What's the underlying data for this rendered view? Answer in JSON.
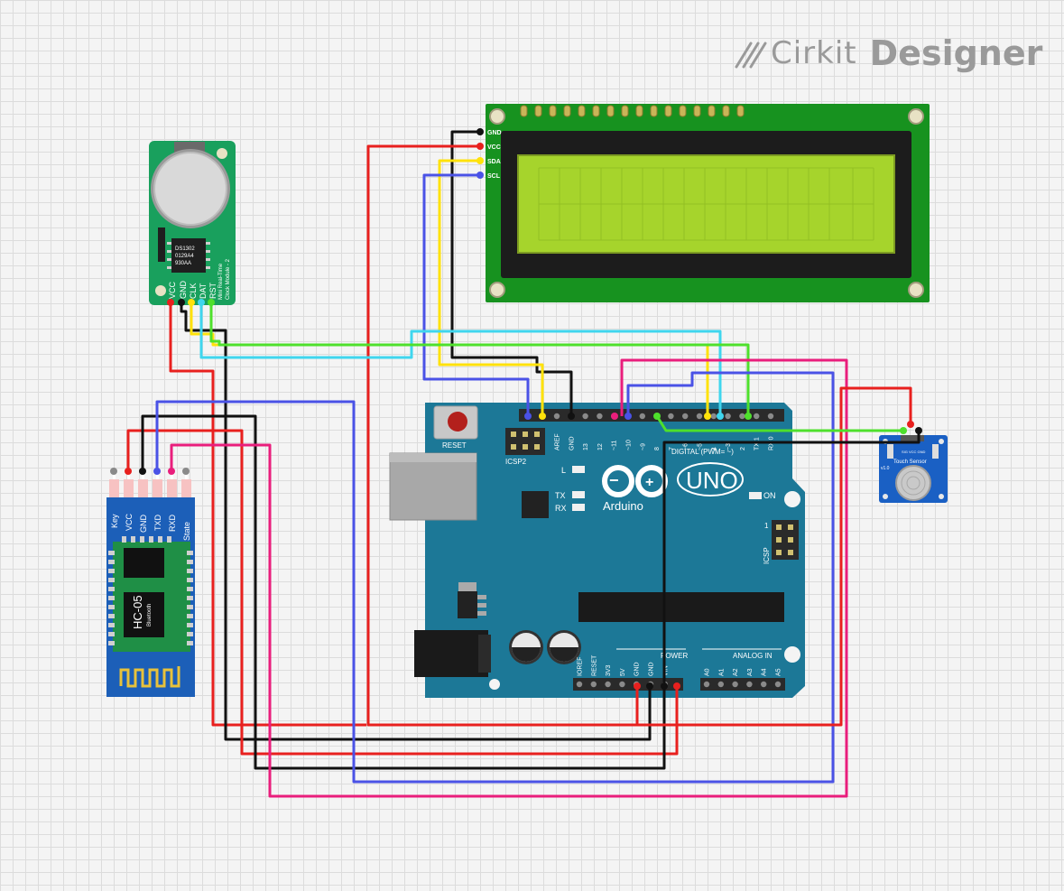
{
  "app": {
    "brand": "Cirkit",
    "product": "Designer"
  },
  "lcd": {
    "pins": [
      "GND",
      "VCC",
      "SDA",
      "SCL"
    ]
  },
  "rtc": {
    "chip_lines": [
      "DS1302",
      "0129A4",
      "930AA"
    ],
    "caption_lines": [
      "Mini Real-Time",
      "Clock Module - 2"
    ],
    "pins": [
      "VCC",
      "GND",
      "CLK",
      "DAT",
      "RST"
    ]
  },
  "hc05": {
    "pins": [
      "Key",
      "VCC",
      "GND",
      "TXD",
      "RXD",
      "State"
    ],
    "model": "HC-05",
    "subtitle": "Bluetooth"
  },
  "arduino": {
    "logo_text": "Arduino",
    "model": "UNO",
    "reset_label": "RESET",
    "icsp2_label": "ICSP2",
    "icsp_label": "ICSP",
    "icsp_pin1": "1",
    "led_l": "L",
    "led_tx": "TX",
    "led_rx": "RX",
    "led_on": "ON",
    "digital_label": "DIGITAL (PWM= ~)",
    "power_label": "POWER",
    "analog_label": "ANALOG IN",
    "digital_pins": [
      "AREF",
      "GND",
      "13",
      "12",
      "~11",
      "~10",
      "~9",
      "8",
      "7",
      "~6",
      "~5",
      "4",
      "~3",
      "2",
      "TX 1",
      "RX 0"
    ],
    "power_pins": [
      "IOREF",
      "RESET",
      "3V3",
      "5V",
      "GND",
      "GND",
      "VIN"
    ],
    "analog_pins": [
      "A0",
      "A1",
      "A2",
      "A3",
      "A4",
      "A5"
    ]
  },
  "touch": {
    "header_pins": "SIG VCC GND",
    "label": "Touch Sensor",
    "version": "v1.0"
  },
  "colors": {
    "red": "#e8201e",
    "black": "#111111",
    "yellow": "#ffe20a",
    "blue": "#4a52e6",
    "cyan": "#3fd6ee",
    "green": "#4ee02c",
    "pink": "#e91e7c",
    "board": "#1c7897",
    "lcd_pcb": "#17921f",
    "lcd_screen": "#a6d42c"
  }
}
